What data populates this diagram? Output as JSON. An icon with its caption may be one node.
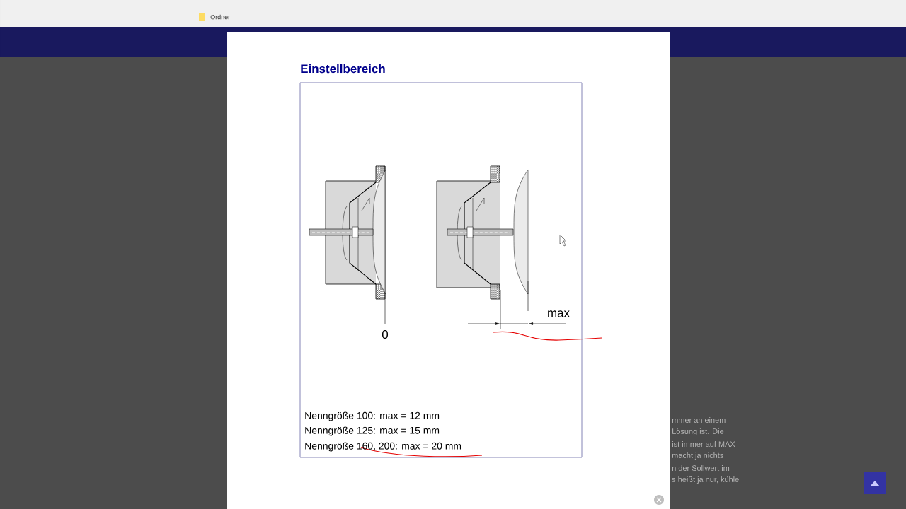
{
  "diagram": {
    "title": "Einstellbereich",
    "labels": [
      "Ordner",
      "max",
      "0",
      "Nenngröße 100: max = 12 mm",
      "Nenngröße 125: max = 15 mm",
      "Nenngröße 160, 200: max = 20 mm",
      "mmer an einem",
      "Lösung ist. Die",
      "ist immer auf MAX",
      "macht ja nichts",
      "n der Sollwert im",
      "s heißt ja nur, kühle"
    ]
  }
}
